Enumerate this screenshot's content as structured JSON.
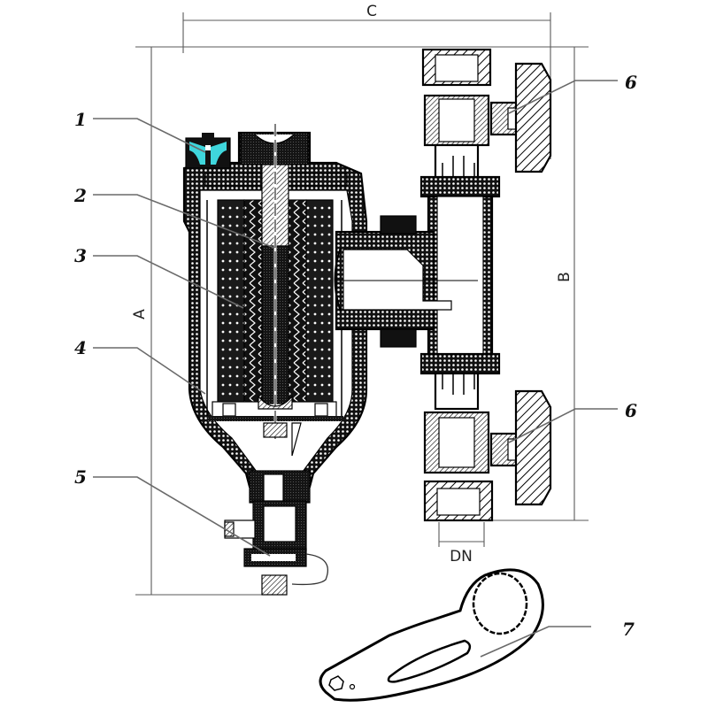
{
  "diagram": {
    "title": "Magnetic dirt separator filter – sectional assembly drawing",
    "callouts": [
      {
        "id": "1",
        "label": "1",
        "part": "air vent valve"
      },
      {
        "id": "2",
        "label": "2",
        "part": "magnetic rod"
      },
      {
        "id": "3",
        "label": "3",
        "part": "filter mesh cartridge"
      },
      {
        "id": "4",
        "label": "4",
        "part": "filter housing"
      },
      {
        "id": "5",
        "label": "5",
        "part": "drain valve"
      },
      {
        "id": "6a",
        "label": "6",
        "part": "upper shut-off valve"
      },
      {
        "id": "6b",
        "label": "6",
        "part": "lower shut-off valve"
      },
      {
        "id": "7",
        "label": "7",
        "part": "housing wrench"
      }
    ],
    "dimensions": {
      "width_label": "C",
      "height_housing_label": "A",
      "height_connection_label": "B",
      "nominal_diameter_label": "DN"
    },
    "colors": {
      "line": "#000000",
      "leader": "#6a6a6a",
      "vent_accent": "#3fd6dc",
      "background": "#ffffff"
    }
  }
}
